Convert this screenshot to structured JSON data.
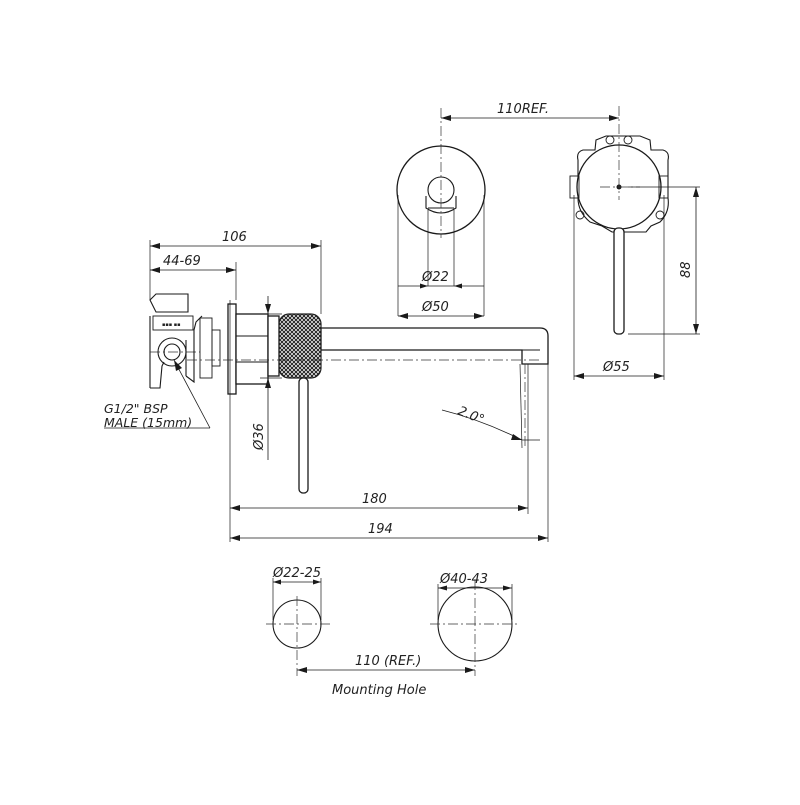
{
  "dimensions": {
    "ref_110": "110REF.",
    "d22": "Ø22",
    "d50": "Ø50",
    "d55": "Ø55",
    "h88": "88",
    "l106": "106",
    "l44_69": "44-69",
    "d36": "Ø36",
    "l180": "180",
    "l194": "194",
    "angle": "2.0°",
    "hole_small": "Ø22-25",
    "hole_large": "Ø40-43",
    "ref_110b": "110 (REF.)"
  },
  "notes": {
    "bsp_line1": "G1/2\" BSP",
    "bsp_line2": "MALE  (15mm)",
    "mounting_hole": "Mounting Hole"
  }
}
